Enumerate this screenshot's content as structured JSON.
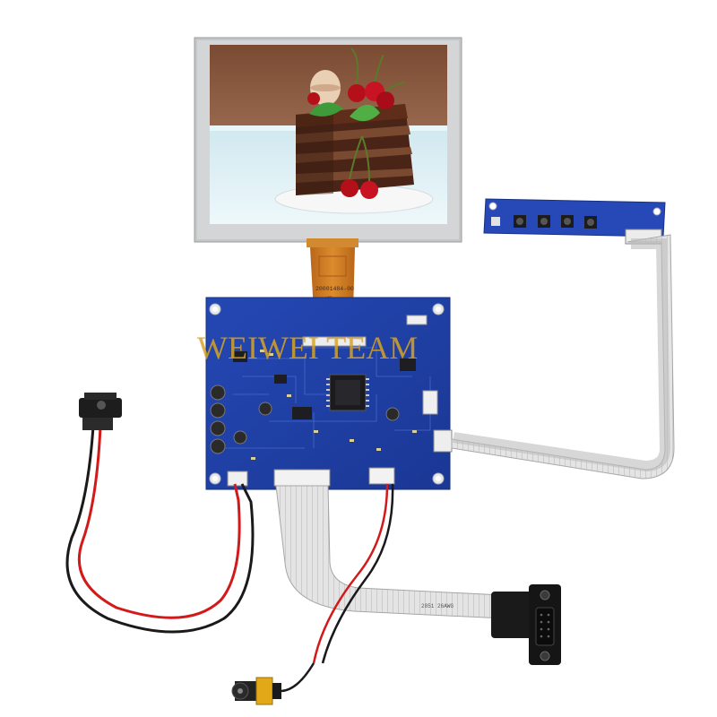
{
  "watermark": {
    "text": "WEIWEI TEAM"
  },
  "fpc": {
    "part_number": "20001484-00"
  },
  "colors": {
    "pcb_blue": "#1f3fa8",
    "fpc_orange": "#c9771c",
    "lcd_bezel": "#c9cbcc",
    "ribbon_grey": "#d8d8d8",
    "wire_red": "#d21a1a",
    "wire_black": "#1a1a1a",
    "watermark_gold": "#e0aa28"
  },
  "components": [
    "lcd-panel",
    "driver-board",
    "keypad-board",
    "power-jack",
    "vga-connector",
    "rca-connector"
  ]
}
